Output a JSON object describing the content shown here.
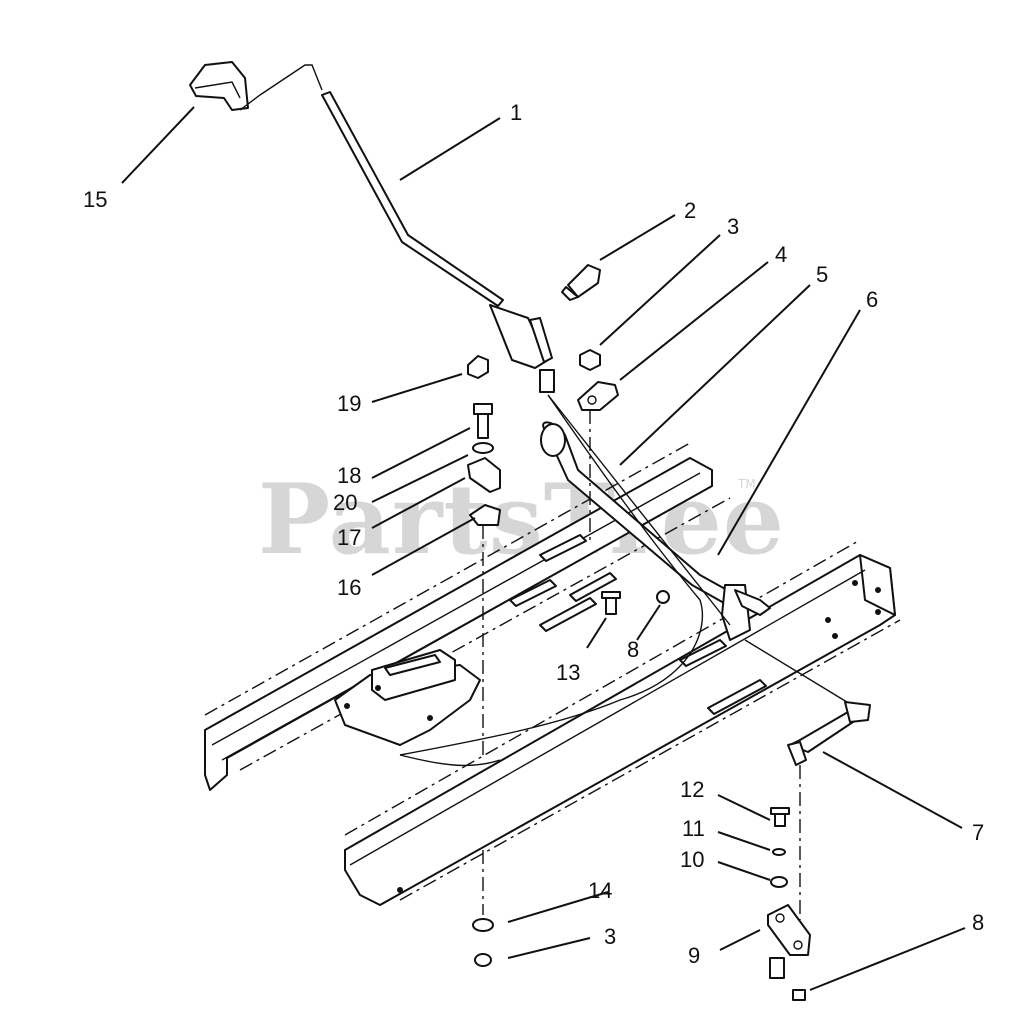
{
  "watermark": {
    "text": "PartsTree",
    "trademark": "TM"
  },
  "callouts": [
    {
      "id": "c1",
      "label": "1"
    },
    {
      "id": "c2",
      "label": "2"
    },
    {
      "id": "c3a",
      "label": "3"
    },
    {
      "id": "c4",
      "label": "4"
    },
    {
      "id": "c5",
      "label": "5"
    },
    {
      "id": "c6",
      "label": "6"
    },
    {
      "id": "c7",
      "label": "7"
    },
    {
      "id": "c8a",
      "label": "8"
    },
    {
      "id": "c8b",
      "label": "8"
    },
    {
      "id": "c9",
      "label": "9"
    },
    {
      "id": "c10",
      "label": "10"
    },
    {
      "id": "c11",
      "label": "11"
    },
    {
      "id": "c12",
      "label": "12"
    },
    {
      "id": "c13",
      "label": "13"
    },
    {
      "id": "c14",
      "label": "14"
    },
    {
      "id": "c3b",
      "label": "3"
    },
    {
      "id": "c15",
      "label": "15"
    },
    {
      "id": "c16",
      "label": "16"
    },
    {
      "id": "c17",
      "label": "17"
    },
    {
      "id": "c18",
      "label": "18"
    },
    {
      "id": "c19",
      "label": "19"
    },
    {
      "id": "c20",
      "label": "20"
    }
  ]
}
